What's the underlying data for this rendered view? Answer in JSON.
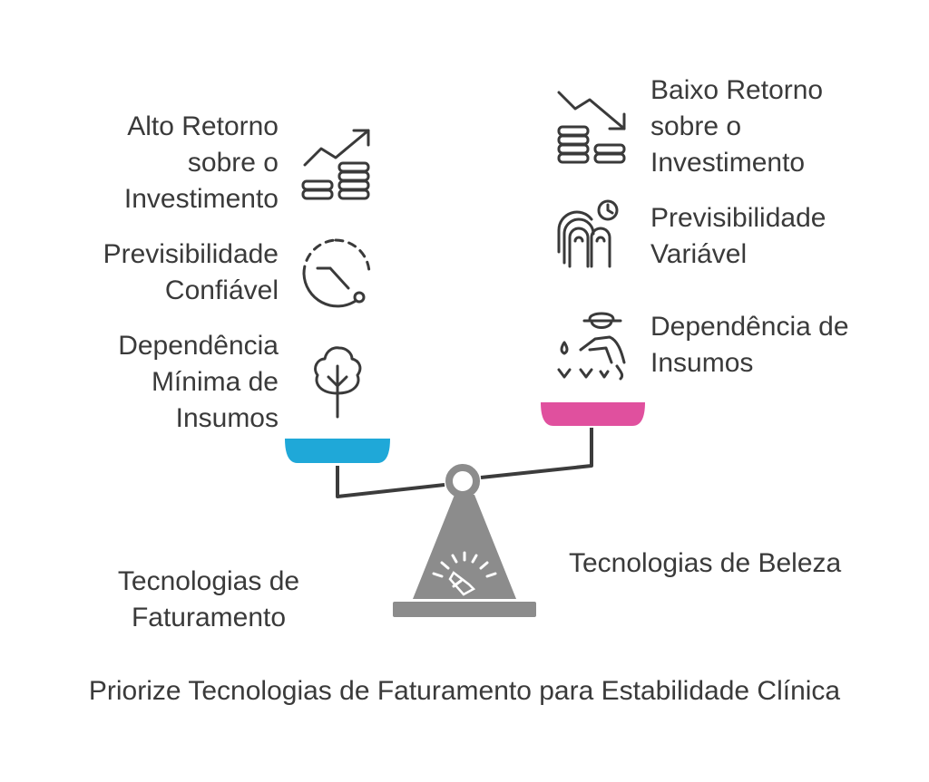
{
  "colors": {
    "left_pan": "#1fa8d8",
    "right_pan": "#e0509e",
    "scale_body": "#8c8c8c",
    "scale_stroke": "#3c3c3c",
    "text": "#3a3a3a"
  },
  "left": {
    "items": [
      {
        "lines": [
          "Alto Retorno",
          "sobre o",
          "Investimento"
        ],
        "icon": "rising-coins-chart-icon"
      },
      {
        "lines": [
          "Previsibilidade",
          "Confiável"
        ],
        "icon": "clock-gauge-icon"
      },
      {
        "lines": [
          "Dependência",
          "Mínima de",
          "Insumos"
        ],
        "icon": "tree-icon"
      }
    ],
    "label_lines": [
      "Tecnologias de",
      "Faturamento"
    ]
  },
  "right": {
    "items": [
      {
        "lines": [
          "Baixo Retorno",
          "sobre o",
          "Investimento"
        ],
        "icon": "falling-coins-chart-icon"
      },
      {
        "lines": [
          "Previsibilidade",
          "Variável"
        ],
        "icon": "fingers-clock-icon"
      },
      {
        "lines": [
          "Dependência de",
          "Insumos"
        ],
        "icon": "gardener-icon"
      }
    ],
    "label_lines": [
      "Tecnologias de Beleza"
    ]
  },
  "footer": {
    "title": "Priorize Tecnologias de Faturamento para Estabilidade Clínica"
  }
}
